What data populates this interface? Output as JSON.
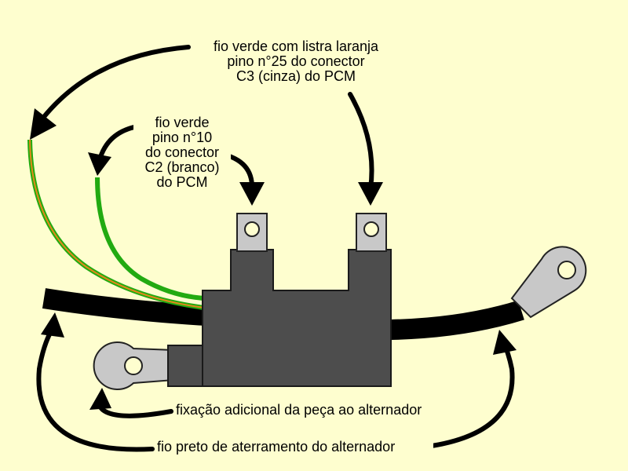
{
  "diagram": {
    "colors": {
      "background": "#fefecf",
      "component_body": "#4d4d4d",
      "component_outline": "#1a1a1a",
      "ground_cable": "#000000",
      "green_wire": "#22aa11",
      "stripe": "#e08a1a",
      "terminal_metal": "#c8c8c8",
      "arrows": "#000000"
    },
    "labels": {
      "orange_stripe_wire": {
        "line1": "fio verde com listra laranja",
        "line2": "pino n°25 do conector",
        "line3": "C3 (cinza) do PCM"
      },
      "green_wire": {
        "line1": "fio verde",
        "line2": "pino n°10",
        "line3": "do conector",
        "line4": "C2 (branco)",
        "line5": "do PCM"
      },
      "mounting": "fixação adicional da peça ao alternador",
      "ground_wire": "fio preto de aterramento do alternador"
    }
  }
}
